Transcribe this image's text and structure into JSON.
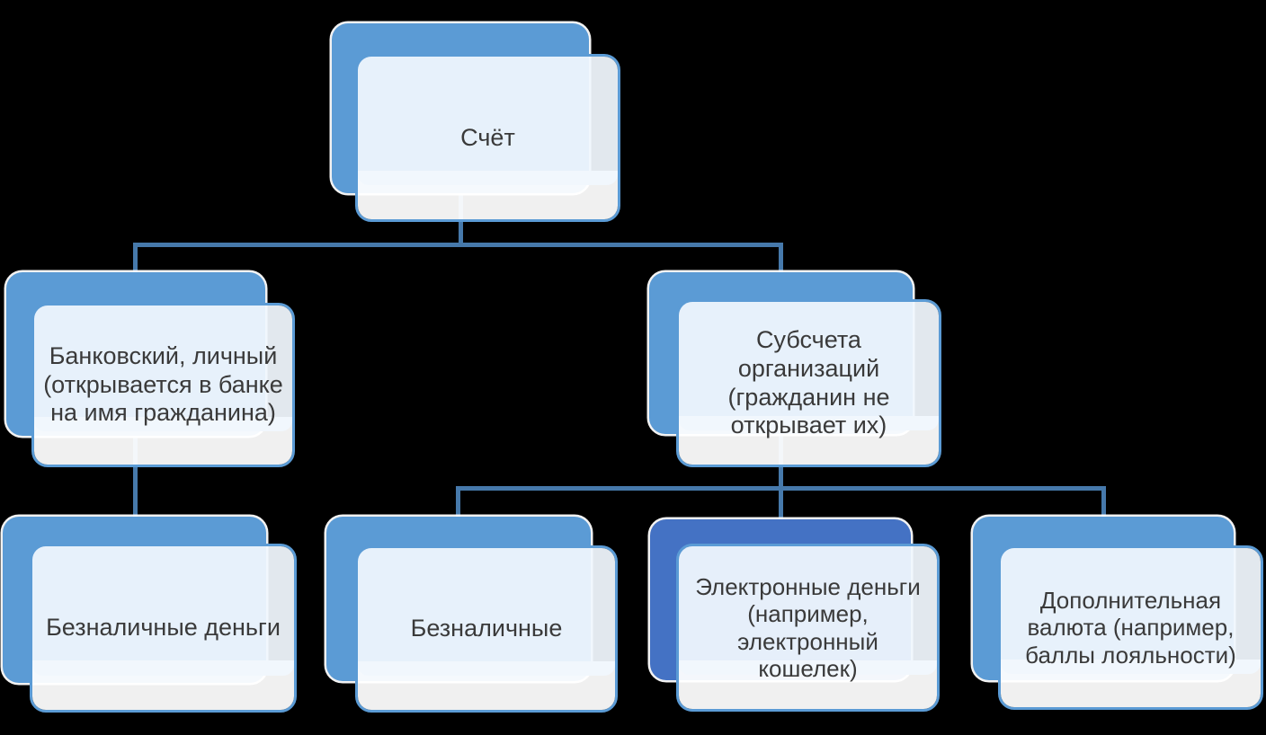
{
  "diagram": {
    "type": "hierarchy-smartart",
    "colors": {
      "node_fill": "#5b9bd5",
      "node_fill_accent": "#4472c4",
      "connector": "#4679ab",
      "card_border": "#5b9bd5",
      "text_color": "#3a3a3a",
      "card_tint": "#eaf1fa",
      "background": "#000000"
    },
    "nodes": {
      "root": {
        "text": "Счёт"
      },
      "bank_personal": {
        "text": "Банковский, личный\n(открывается в банке\nна имя гражданина)"
      },
      "suborg": {
        "text": "Субсчета\nорганизаций\n(гражданин не\nоткрывает их)"
      },
      "cashless_money": {
        "text": "Безналичные деньги"
      },
      "cashless": {
        "text": "Безналичные"
      },
      "e_money": {
        "text": "Электронные деньги\n(например,\nэлектронный\nкошелек)"
      },
      "extra_currency": {
        "text": "Дополнительная\nвалюта (например,\nбаллы лояльности)"
      }
    },
    "edges": [
      "root->bank_personal",
      "root->suborg",
      "bank_personal->cashless_money",
      "suborg->cashless",
      "suborg->e_money",
      "suborg->extra_currency"
    ]
  }
}
